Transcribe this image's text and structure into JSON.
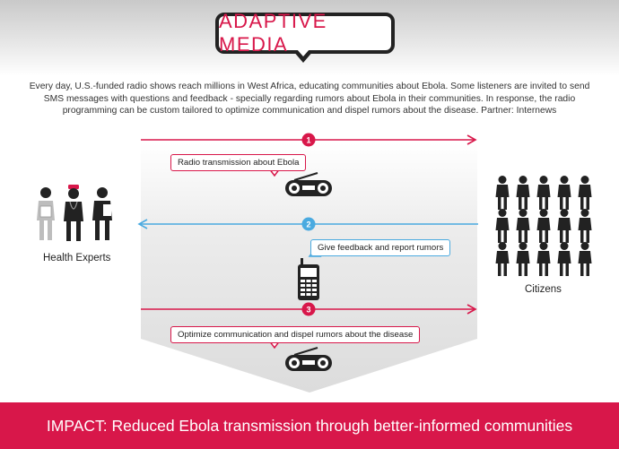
{
  "title": "ADAPTIVE MEDIA",
  "intro": "Every day, U.S.-funded radio shows reach millions in West Africa, educating communities about Ebola. Some listeners are invited to send SMS messages with questions and feedback - specially regarding rumors about Ebola in their communities. In response, the radio programming can be custom tailored to optimize communication and dispel rumors about the disease. Partner: Internews",
  "steps": [
    {
      "number": "1",
      "label": "Radio transmission about Ebola",
      "direction": "right",
      "color": "#d8174a"
    },
    {
      "number": "2",
      "label": "Give feedback and report rumors",
      "direction": "left",
      "color": "#4aaae0"
    },
    {
      "number": "3",
      "label": "Optimize communication and dispel rumors about the disease",
      "direction": "right",
      "color": "#d8174a"
    }
  ],
  "left_group": "Health Experts",
  "right_group": "Citizens",
  "impact": "IMPACT: Reduced Ebola transmission through better-informed communities",
  "colors": {
    "accent": "#d8174a",
    "blue": "#4aaae0",
    "dark": "#222222"
  },
  "icons": [
    "radio-icon",
    "mobile-phone-icon",
    "health-expert-icon",
    "citizen-icon"
  ]
}
